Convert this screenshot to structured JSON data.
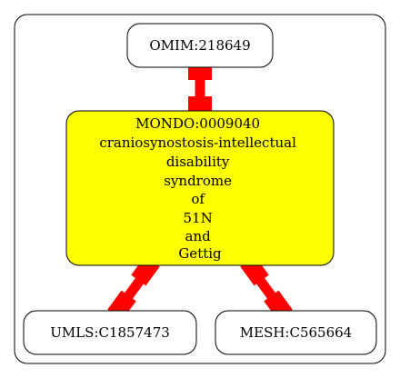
{
  "diagram": {
    "colors": {
      "edge": "#ff0000",
      "center_fill": "#ffff00",
      "node_fill": "#ffffff",
      "stroke": "#000000"
    },
    "nodes": {
      "top": {
        "label": "OMIM:218649"
      },
      "center": {
        "lines": [
          "MONDO:0009040",
          "craniosynostosis-intellectual",
          "disability",
          "syndrome",
          "of",
          "51N",
          "and",
          "Gettig"
        ]
      },
      "left": {
        "label": "UMLS:C1857473"
      },
      "right": {
        "label": "MESH:C565664"
      }
    },
    "edges": [
      {
        "from": "top",
        "to": "center"
      },
      {
        "from": "center",
        "to": "left"
      },
      {
        "from": "center",
        "to": "right"
      }
    ]
  }
}
